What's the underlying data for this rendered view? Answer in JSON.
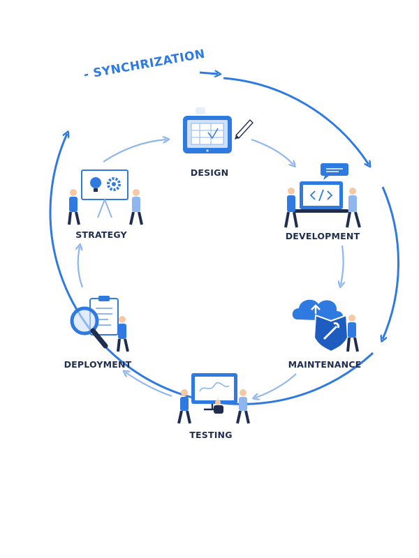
{
  "diagram": {
    "outer_label": "- SYNCHRIZATION",
    "stages": [
      {
        "id": "design",
        "label": "DESIGN",
        "icon": "tablet-design-icon"
      },
      {
        "id": "development",
        "label": "DEVELOPMENT",
        "icon": "laptop-code-icon"
      },
      {
        "id": "maintenance",
        "label": "MAINTENANCE",
        "icon": "cloud-shield-icon"
      },
      {
        "id": "testing",
        "label": "TESTING",
        "icon": "monitor-test-icon"
      },
      {
        "id": "deployment",
        "label": "DEPLOYMENT",
        "icon": "magnifier-clipboard-icon"
      },
      {
        "id": "strategy",
        "label": "STRATEGY",
        "icon": "presentation-board-icon"
      }
    ]
  },
  "colors": {
    "primary": "#2f7ae0",
    "light": "#8fb6ee",
    "pale": "#cfe0f8",
    "dark": "#1f2d4e",
    "skin": "#f4c9a4"
  }
}
